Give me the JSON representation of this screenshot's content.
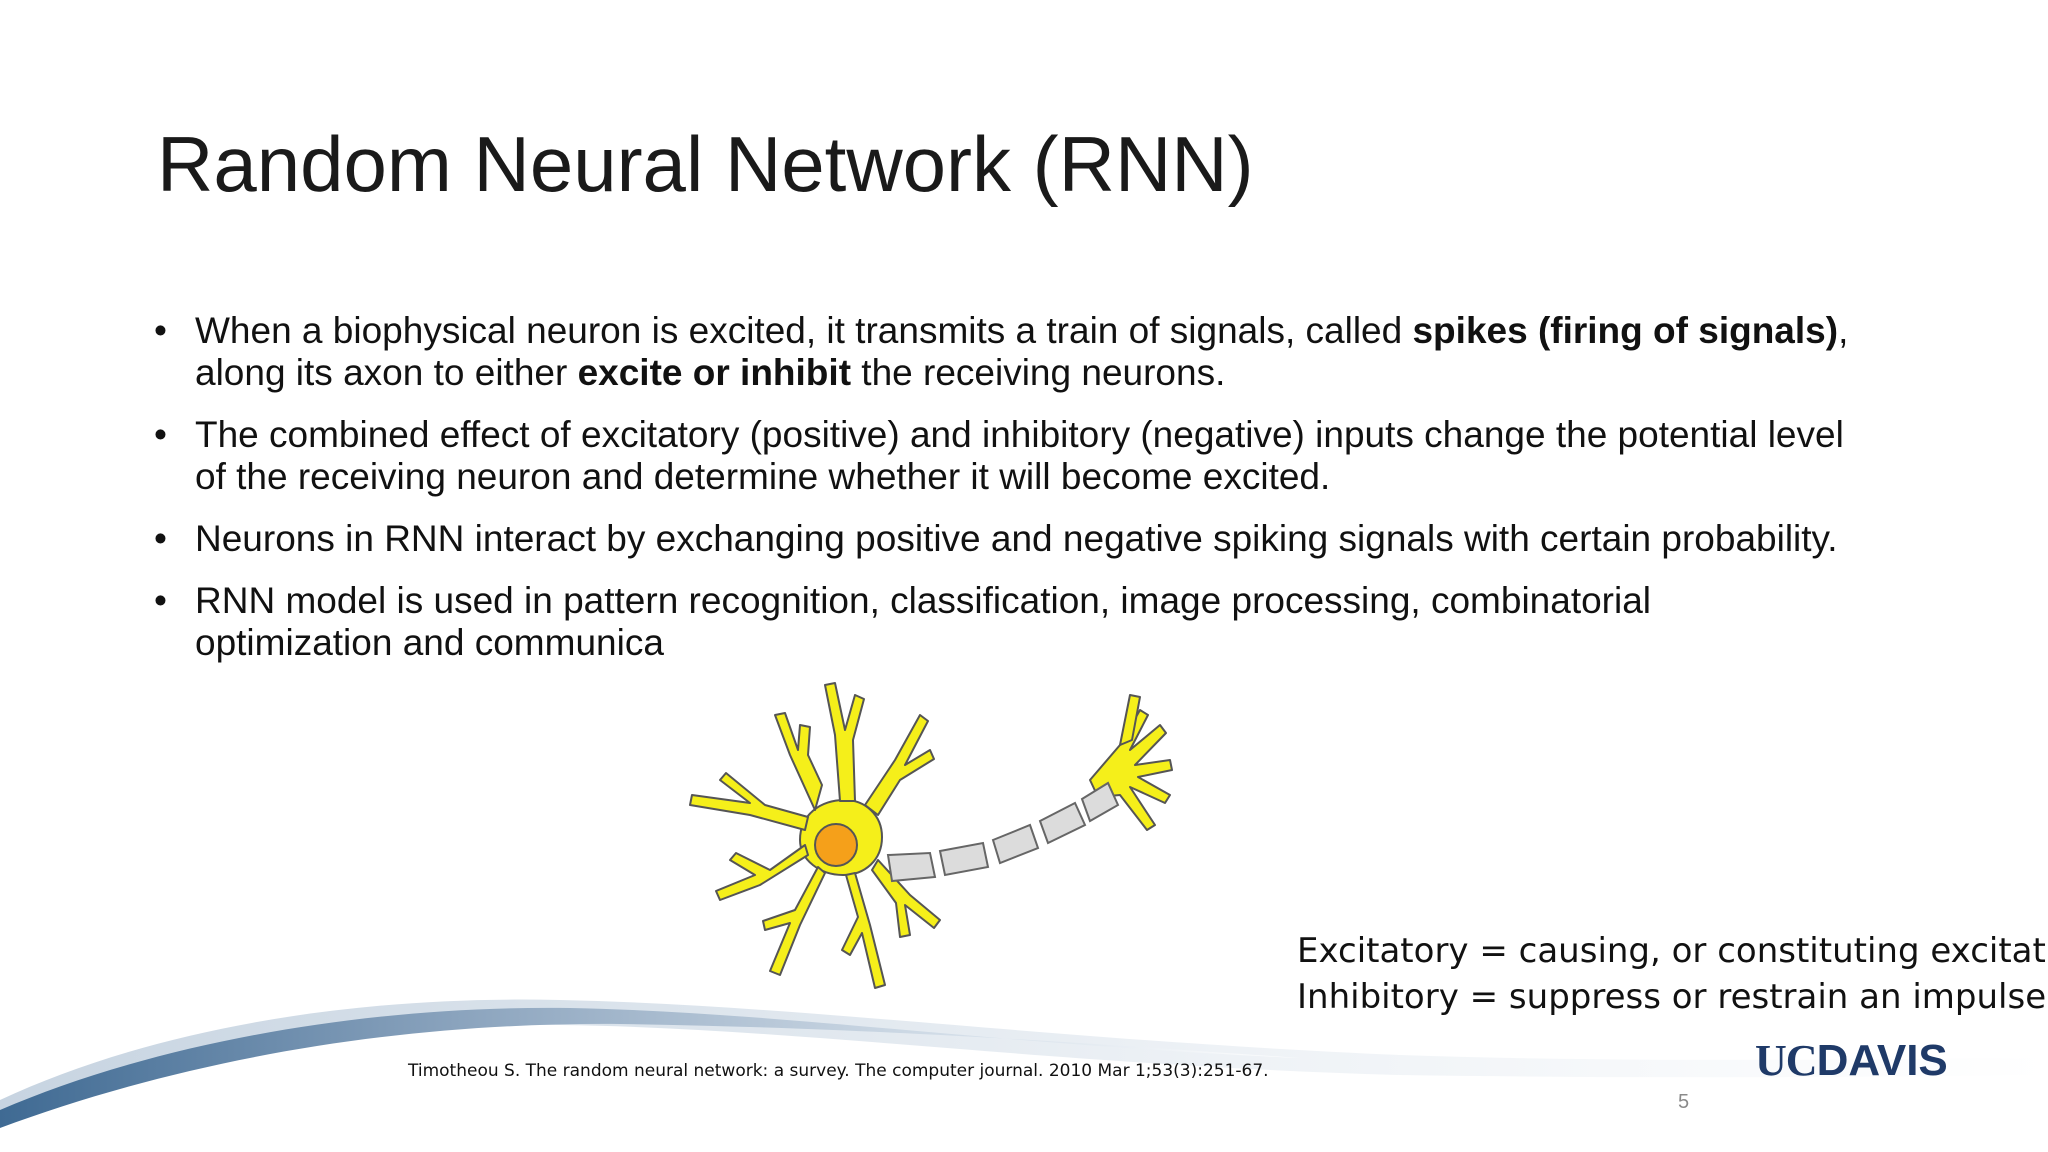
{
  "slide": {
    "title": "Random Neural Network (RNN)",
    "bullet_marker": "•",
    "bullets": [
      {
        "seg1": "When a biophysical neuron is excited, it transmits a train of signals, called ",
        "seg2_bold": "spikes (firing of signals)",
        "seg3": ", along its axon to either ",
        "seg4_bold": "excite or inhibit",
        "seg5": " the receiving neurons."
      },
      {
        "text": "The combined effect of excitatory (positive) and inhibitory (negative) inputs change the potential level of the receiving neuron and determine whether it will become excited."
      },
      {
        "text": "Neurons in RNN interact by exchanging positive and negative spiking signals with certain probability."
      },
      {
        "text": "RNN model is used in pattern recognition, classification, image processing, combinatorial optimization and communica"
      }
    ],
    "definitions": {
      "excitatory": "Excitatory = causing, or constituting excitation",
      "inhibitory": "Inhibitory = suppress or restrain an impulse"
    },
    "citation": "Timotheou S. The random neural network: a survey. The computer journal. 2010 Mar 1;53(3):251-67.",
    "page_number": "5",
    "logo": {
      "part1": "UC",
      "part2": "DAVIS"
    }
  },
  "colors": {
    "neuron_body": "#f5ef1a",
    "nucleus": "#f5a01a",
    "myelin": "#dcdcdc",
    "swoosh": "#8aa3bd",
    "logo": "#1f3a68"
  },
  "icons": {
    "neuron": "neuron-illustration",
    "swoosh": "decorative-swoosh"
  }
}
